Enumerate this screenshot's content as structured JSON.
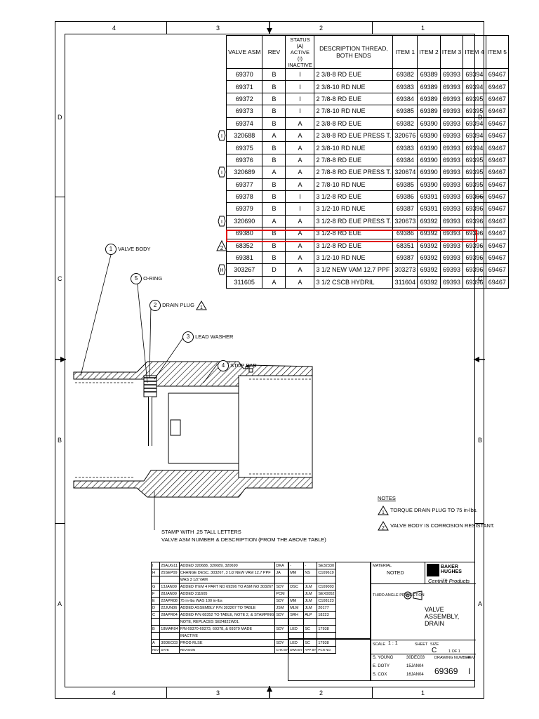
{
  "zones": {
    "top": [
      "4",
      "3",
      "2",
      "1"
    ],
    "bottom": [
      "4",
      "3",
      "2",
      "1"
    ],
    "left": [
      "D",
      "C",
      "B",
      "A"
    ],
    "right": [
      "D",
      "C",
      "B",
      "A"
    ]
  },
  "table": {
    "headers": [
      "VALVE ASM",
      "REV",
      "STATUS (A) ACTIVE (I) INACTIVE",
      "DESCRIPTION THREAD, BOTH ENDS",
      "ITEM 1",
      "ITEM 2",
      "ITEM 3",
      "ITEM 4",
      "ITEM 5"
    ],
    "rows": [
      [
        "69370",
        "B",
        "I",
        "2 3/8-8 RD EUE",
        "69382",
        "69389",
        "69393",
        "69394",
        "69467"
      ],
      [
        "69371",
        "B",
        "I",
        "2 3/8-10 RD NUE",
        "69383",
        "69389",
        "69393",
        "69394",
        "69467"
      ],
      [
        "69372",
        "B",
        "I",
        "2 7/8-8 RD EUE",
        "69384",
        "69389",
        "69393",
        "69395",
        "69467"
      ],
      [
        "69373",
        "B",
        "I",
        "2 7/8-10 RD NUE",
        "69385",
        "69389",
        "69393",
        "69395",
        "69467"
      ],
      [
        "69374",
        "B",
        "A",
        "2 3/8-8 RD EUE",
        "69382",
        "69390",
        "69393",
        "69394",
        "69467"
      ],
      [
        "320688",
        "A",
        "A",
        "2 3/8-8 RD EUE PRESS T.",
        "320676",
        "69390",
        "69393",
        "69394",
        "69467"
      ],
      [
        "69375",
        "B",
        "A",
        "2 3/8-10 RD NUE",
        "69383",
        "69390",
        "69393",
        "69394",
        "69467"
      ],
      [
        "69376",
        "B",
        "A",
        "2 7/8-8 RD EUE",
        "69384",
        "69390",
        "69393",
        "69395",
        "69467"
      ],
      [
        "320689",
        "A",
        "A",
        "2 7/8-8 RD EUE PRESS T.",
        "320674",
        "69390",
        "69393",
        "69395",
        "69467"
      ],
      [
        "69377",
        "B",
        "A",
        "2 7/8-10 RD NUE",
        "69385",
        "69390",
        "69393",
        "69395",
        "69467"
      ],
      [
        "69378",
        "B",
        "I",
        "3 1/2-8 RD EUE",
        "69386",
        "69391",
        "69393",
        "69396",
        "69467"
      ],
      [
        "69379",
        "B",
        "I",
        "3 1/2-10 RD NUE",
        "69387",
        "69391",
        "69393",
        "69396",
        "69467"
      ],
      [
        "320690",
        "A",
        "A",
        "3 1/2-8 RD EUE PRESS T.",
        "320673",
        "69392",
        "69393",
        "69396",
        "69467"
      ],
      [
        "69380",
        "B",
        "A",
        "3 1/2-8 RD EUE",
        "69386",
        "69392",
        "69393",
        "69396",
        "69467"
      ],
      [
        "68352",
        "B",
        "A",
        "3 1/2-8 RD EUE",
        "68351",
        "69392",
        "69393",
        "69396",
        "69467"
      ],
      [
        "69381",
        "B",
        "A",
        "3 1/2-10 RD NUE",
        "69387",
        "69392",
        "69393",
        "69396",
        "69467"
      ],
      [
        "303267",
        "D",
        "A",
        "3 1/2 NEW VAM 12.7 PPF",
        "303273",
        "69392",
        "69393",
        "69396",
        "69467"
      ],
      [
        "311605",
        "A",
        "A",
        "3 1/2 CSCB HYDRIL",
        "311604",
        "69392",
        "69393",
        "69396",
        "69467"
      ]
    ],
    "rev_marks": [
      {
        "row": 5,
        "text": "I"
      },
      {
        "row": 8,
        "text": "I"
      },
      {
        "row": 12,
        "text": "I"
      },
      {
        "row": 14,
        "text": "2"
      },
      {
        "row": 16,
        "text": "H"
      }
    ]
  },
  "callouts": [
    {
      "num": "1",
      "label": "VALVE BODY"
    },
    {
      "num": "5",
      "label": "O-RING"
    },
    {
      "num": "2",
      "label": "DRAIN PLUG"
    },
    {
      "num": "3",
      "label": "LEAD WASHER"
    },
    {
      "num": "4",
      "label": "STOP BAR"
    }
  ],
  "drain_plug_note": "1",
  "stamp_note": [
    "STAMP WITH .25 TALL LETTERS",
    "VALVE ASM NUMBER & DESCRIPTION (FROM THE ABOVE TABLE)"
  ],
  "notes": {
    "title": "NOTES",
    "items": [
      {
        "num": "1",
        "text": "TORQUE DRAIN PLUG TO 75 in-lbs."
      },
      {
        "num": "2",
        "text": "VALVE BODY IS CORROSION RESISTANT."
      }
    ]
  },
  "rev_table": {
    "rows": [
      [
        "I",
        "25AUG11",
        "ADDED 320688, 320689, 320690",
        "DKA",
        "-",
        "-",
        "SE32330"
      ],
      [
        "H",
        "25SEP09",
        "CHANGE DESC. 303267, 3 1/2 NEW VAM 12.7 PPF",
        "JA",
        "MM",
        "NS",
        "C109619"
      ],
      [
        "",
        "",
        "WAS 3 1/2 VAM",
        "",
        "",
        "",
        ""
      ],
      [
        "G",
        "13JAN09",
        "ADDED ITEM 4 PART NO 69396 TO ASM NO 303267",
        "SDY",
        "DSC",
        "JLM",
        "C109003"
      ],
      [
        "F",
        "28JAN09",
        "ADDED 311605",
        "PCM",
        "",
        "JLM",
        "SEX0052"
      ],
      [
        "E",
        "22APR08",
        "75 in-lbs WAS 100 in-lbs",
        "SDY",
        "MM",
        "JLM",
        "C108123"
      ],
      [
        "D",
        "22JUN06",
        "ADDED ASSEMBLY P/N 303267 TO TABLE",
        "JSM",
        "MLM",
        "JLM",
        "20177"
      ],
      [
        "C",
        "28APR04",
        "ADDED P/N 68352 TO TABLE, NOTE 2, & STAMPING",
        "SDY",
        "SRH",
        "ALP",
        "18223"
      ],
      [
        "",
        "",
        "NOTE, REPLACES SE24821W01.",
        "",
        "",
        "",
        ""
      ],
      [
        "B",
        "18MAR04",
        "P/N 69370-69373, 69378, & 69379 MADE",
        "SDY",
        "LED",
        "SC",
        "17938"
      ],
      [
        "",
        "",
        "INACTIVE",
        "",
        "",
        "",
        ""
      ],
      [
        "A",
        "30DEC03",
        "PROD RLSE",
        "SDY",
        "LED",
        "SC",
        "17938"
      ]
    ],
    "footer": [
      "REV",
      "DATE",
      "REVISION",
      "CHK BY",
      "DWN BY",
      "APP BY",
      "PCN NO."
    ]
  },
  "title_block": {
    "material_label": "MATERIAL",
    "material": "NOTED",
    "company_logo": "BAKER HUGHES",
    "division": "Centrilift Products",
    "title": "VALVE ASSEMBLY, DRAIN",
    "scale_label": "SCALE",
    "scale": "1 : 1",
    "sheet_label": "SHEET",
    "sheet": "1 OF 1",
    "size_label": "SIZE",
    "size": "C",
    "drawing_number_label": "DRAWING NUMBER",
    "drawing_number": "69369",
    "rev_label": "REV",
    "rev": "I",
    "drawn_by": "S. YOUNG",
    "drawn_date": "30DEC03",
    "checked_by": "E. DOTY",
    "checked_date": "15JAN04",
    "approved_by": "S. COX",
    "approved_date": "16JAN04",
    "projection": "THIRD ANGLE PROJECTION"
  }
}
